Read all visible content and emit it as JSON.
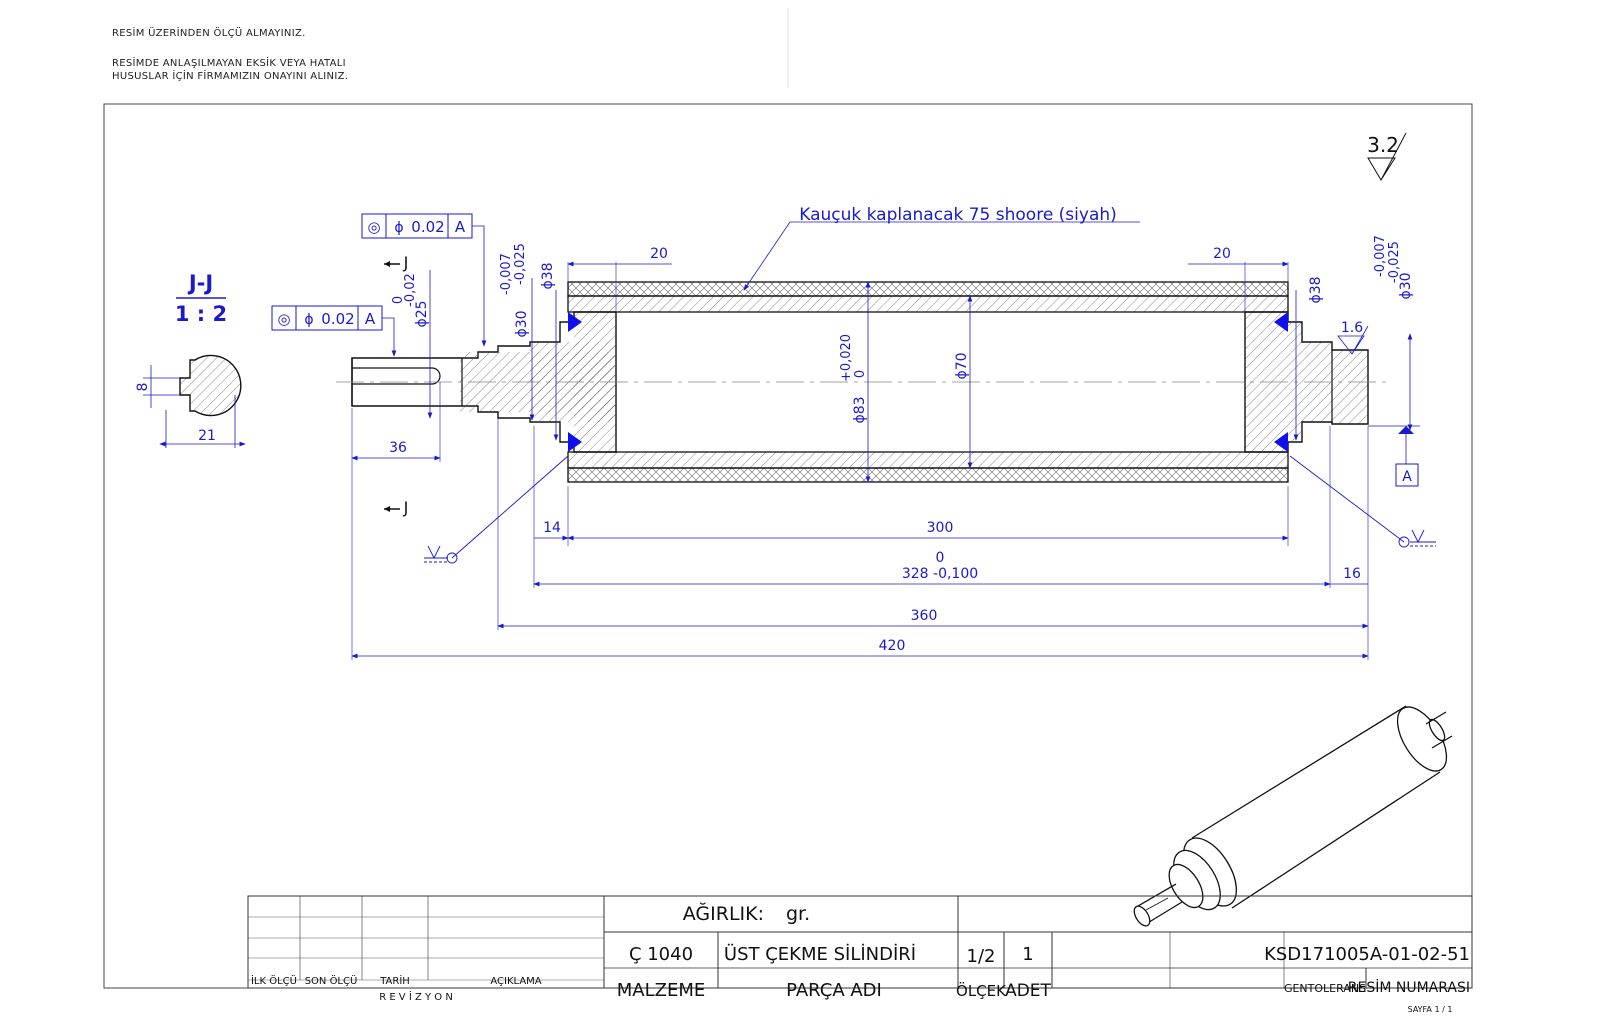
{
  "notes": {
    "line1": "RESİM ÜZERİNDEN ÖLÇÜ ALMAYINIZ.",
    "line2": "RESİMDE ANLAŞILMAYAN EKSİK VEYA HATALI",
    "line3": "HUSUSLAR İÇİN FİRMAMIZIN ONAYINI ALINIZ."
  },
  "surface_finish": "3.2",
  "section": {
    "title": "J-J",
    "scale": "1 : 2",
    "cut_label": "J",
    "key_width": "8",
    "flat_depth": "21"
  },
  "coating_note": "Kauçuk kaplanacak 75 shoore (siyah)",
  "tolerance_frames": [
    {
      "symbol": "◎",
      "dia": "ϕ",
      "value": "0.02",
      "datum": "A"
    },
    {
      "symbol": "◎",
      "dia": "ϕ",
      "value": "0.02",
      "datum": "A"
    }
  ],
  "datum_label": "A",
  "dimensions": {
    "shaft_dia": "ϕ25",
    "shaft_tol_upper": "0",
    "shaft_tol_lower": "-0,02",
    "journal_dia_left": "ϕ30",
    "journal_tol_upper_left": "-0,007",
    "journal_tol_lower_left": "-0,025",
    "journal_dia_right": "ϕ30",
    "journal_tol_upper_right": "-0,007",
    "journal_tol_lower_right": "-0,025",
    "shoulder_left": "ϕ38",
    "shoulder_right": "ϕ38",
    "tube_od": "ϕ83",
    "tube_od_tol_upper": "+0,020",
    "tube_od_tol_lower": "0",
    "tube_id": "ϕ70",
    "cap_left": "20",
    "cap_right": "20",
    "key_length": "36",
    "edge_left": "14",
    "edge_right": "16",
    "tube_length": "300",
    "overall_body": "328 -0,100",
    "overall_body_upper": "0",
    "length_360": "360",
    "length_420": "420",
    "roughness_small": "1.6"
  },
  "title_block": {
    "weight_label": "AĞIRLIK:",
    "weight_unit": "gr.",
    "material_value": "Ç 1040",
    "material_label": "MALZEME",
    "part_value": "ÜST ÇEKME SİLİNDİRİ",
    "part_label": "PARÇA ADI",
    "scale_value": "1/2",
    "scale_label": "ÖLÇEK",
    "qty_value": "1",
    "qty_label": "ADET",
    "drawing_no": "KSD171005A-01-02-51",
    "drawing_no_label": "RESİM NUMARASI",
    "tolerance_label": "GENTOLERANS",
    "rev_cols": [
      "İLK ÖLÇÜ",
      "SON ÖLÇÜ",
      "TARİH",
      "AÇIKLAMA"
    ],
    "rev_title": "R E V İ Z Y O N",
    "sheet": "SAYFA 1 / 1"
  },
  "colors": {
    "dimension": "#1a1acd",
    "outline": "#1a1a1a",
    "weld": "#1010ee"
  }
}
